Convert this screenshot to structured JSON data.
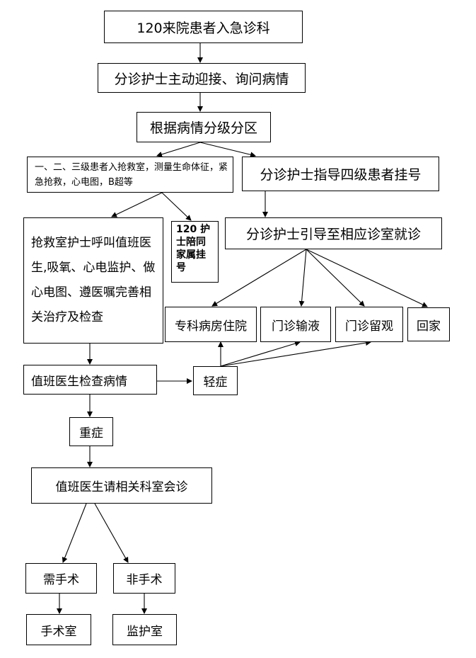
{
  "flowchart": {
    "start": "120来院患者入急诊科",
    "triage_receive": "分诊护士主动迎接、询问病情",
    "grading": "根据病情分级分区",
    "rescue_entry": "一、二、三级患者入抢救室，测量生命体征，紧急抢救，心电图，B超等",
    "level4_register": "分诊护士指导四级患者挂号",
    "rescue_nurse": "抢救室护士呼叫值班医生,吸氧、心电监护、做心电图、遵医嘱完善相关治疗及检查",
    "escort_register": "120 护士陪同家属挂号",
    "guide_clinic": "分诊护士引导至相应诊室就诊",
    "ward_admission": "专科病房住院",
    "outpatient_infusion": "门诊输液",
    "outpatient_observation": "门诊留观",
    "go_home": "回家",
    "doctor_check": "值班医生检查病情",
    "mild": "轻症",
    "severe": "重症",
    "consultation": "值班医生请相关科室会诊",
    "surgery_needed": "需手术",
    "non_surgery": "非手术",
    "operating_room": "手术室",
    "icu": "监护室"
  }
}
